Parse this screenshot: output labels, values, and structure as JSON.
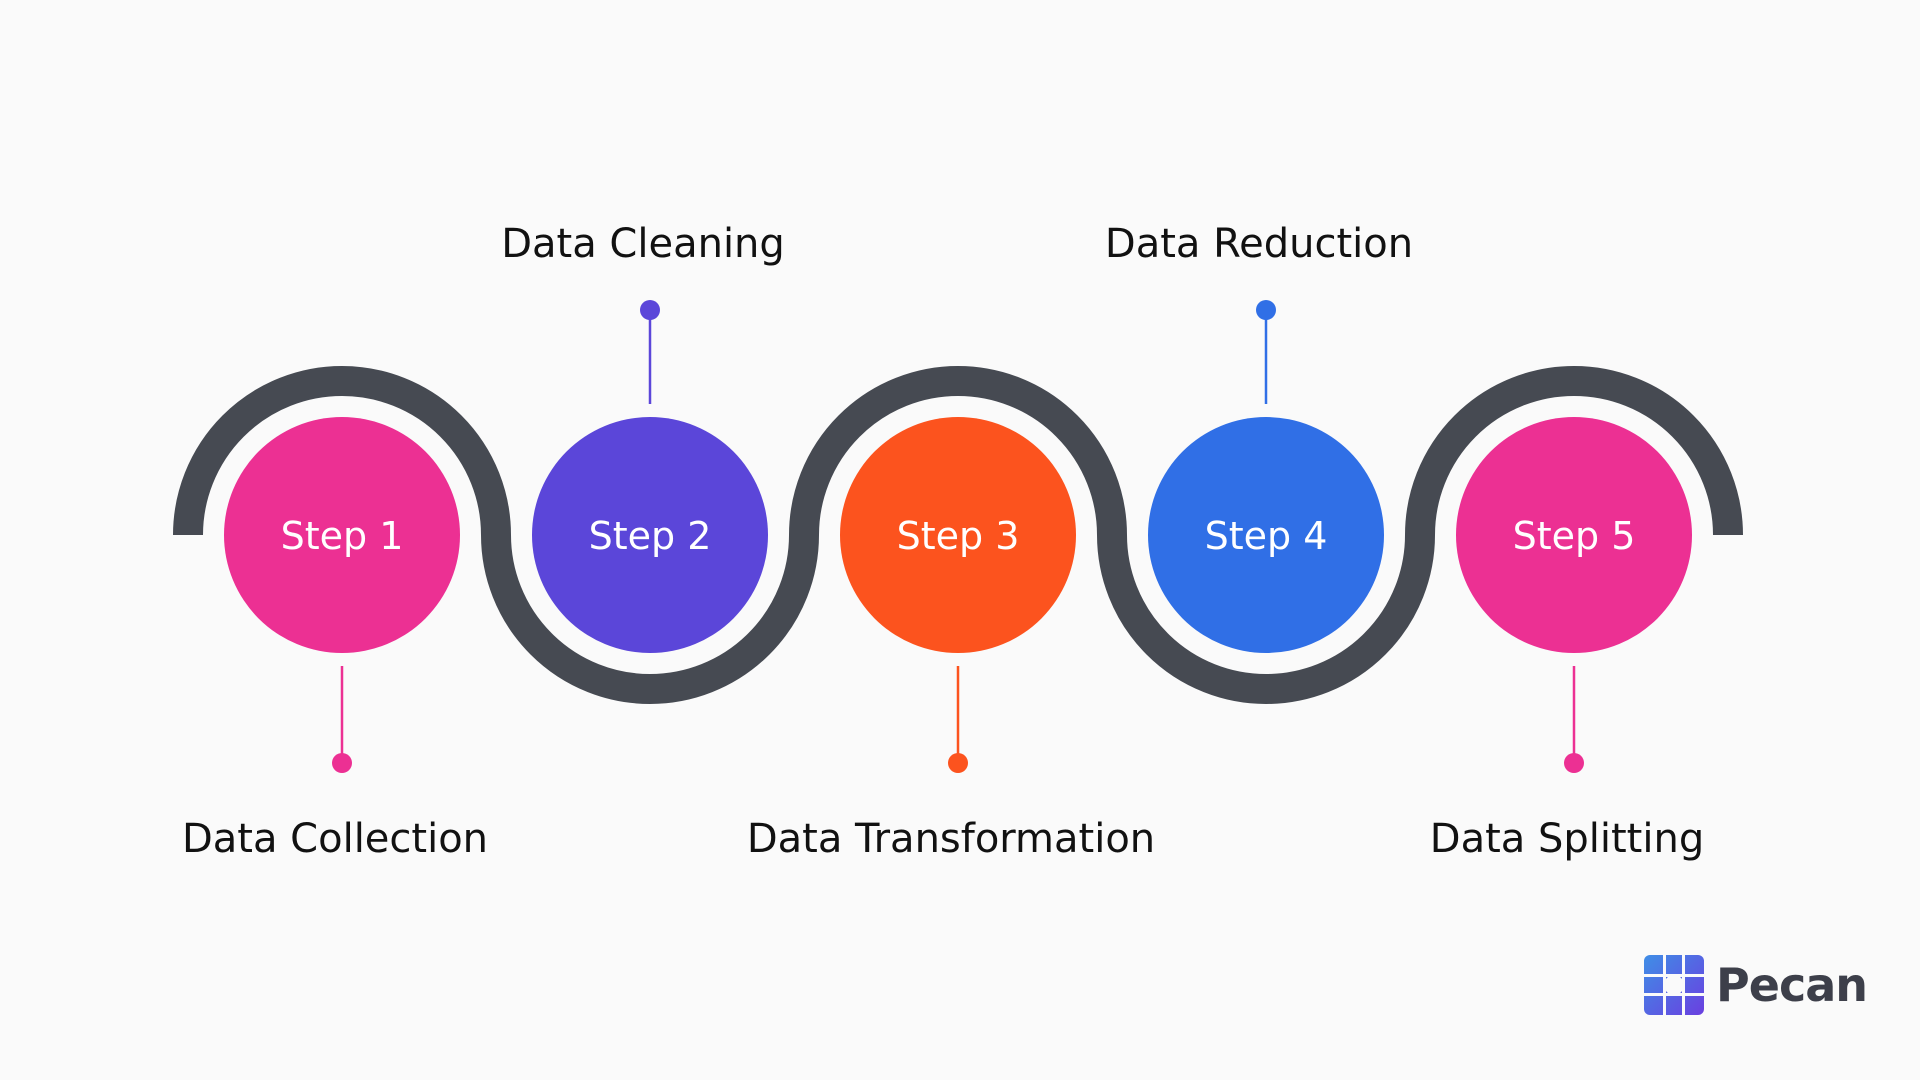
{
  "colors": {
    "background": "#fafafa",
    "track": "#464a52",
    "label_text": "#111111",
    "step_text": "#ffffff"
  },
  "steps": [
    {
      "step_label": "Step 1",
      "title": "Data Collection",
      "color": "#ec3093",
      "label_position": "below"
    },
    {
      "step_label": "Step 2",
      "title": "Data Cleaning",
      "color": "#5b46d9",
      "label_position": "above"
    },
    {
      "step_label": "Step 3",
      "title": "Data Transformation",
      "color": "#fc531e",
      "label_position": "below"
    },
    {
      "step_label": "Step 4",
      "title": "Data Reduction",
      "color": "#306fe6",
      "label_position": "above"
    },
    {
      "step_label": "Step 5",
      "title": "Data Splitting",
      "color": "#ec3093",
      "label_position": "below"
    }
  ],
  "logo": {
    "text": "Pecan",
    "icon": "pecan-grid-logo-icon"
  }
}
